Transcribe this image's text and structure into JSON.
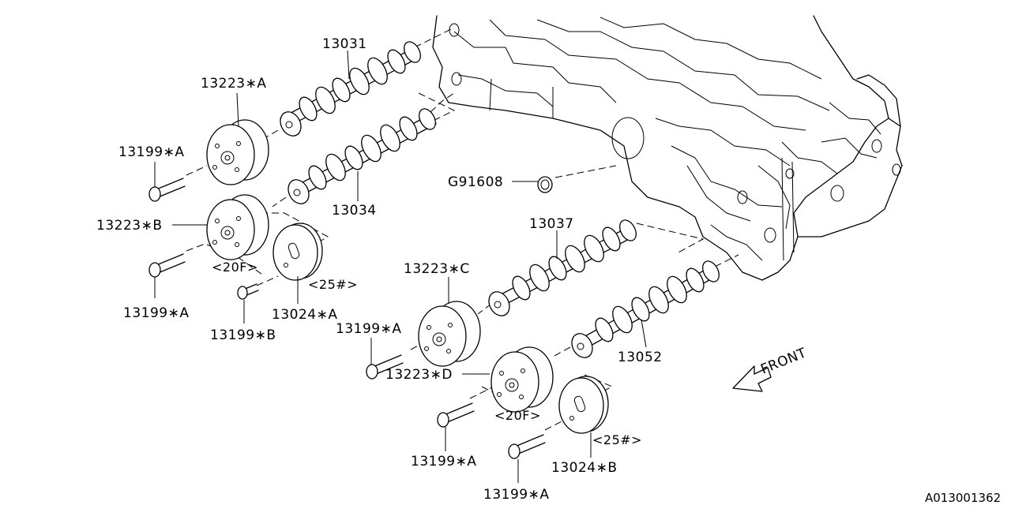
{
  "labels": {
    "camshaft_top": "13031",
    "sprocket_a": "13223∗A",
    "bolt_a_top": "13199∗A",
    "camshaft_second": "13034",
    "sprocket_b": "13223∗B",
    "note_20f_left": "<20F>",
    "note_25_left": "<25#>",
    "bolt_a_left": "13199∗A",
    "plate_a": "13024∗A",
    "bolt_b": "13199∗B",
    "gasket": "G91608",
    "camshaft_third": "13037",
    "sprocket_c": "13223∗C",
    "bolt_a_mid": "13199∗A",
    "camshaft_fourth": "13052",
    "sprocket_d": "13223∗D",
    "note_20f_right": "<20F>",
    "note_25_right": "<25#>",
    "bolt_a_lower": "13199∗A",
    "plate_b": "13024∗B",
    "bolt_a_bottom": "13199∗A",
    "front": "FRONT",
    "diagram_id": "A013001362"
  }
}
